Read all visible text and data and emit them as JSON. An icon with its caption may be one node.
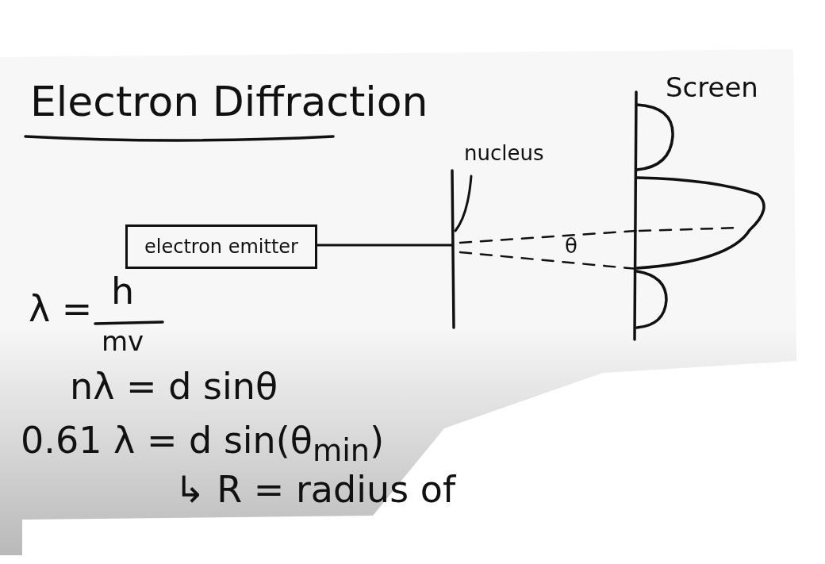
{
  "diagram": {
    "title": "Electron Diffraction",
    "nodes": [
      {
        "text": [
          "electron emitter"
        ]
      },
      {
        "text": [],
        "shape": "bar"
      },
      {
        "text": [
          "nucleus"
        ]
      },
      {
        "text": [
          "Screen"
        ]
      }
    ],
    "edges": [
      {
        "from": 0,
        "to": 1,
        "arrow": "none"
      },
      {
        "from": 2,
        "to": 1,
        "arrow": "none"
      },
      {
        "from": 1,
        "to": 3,
        "arrow": "none",
        "style": "dashed"
      },
      {
        "from": 1,
        "to": 3,
        "arrow": "none",
        "style": "dashed"
      }
    ],
    "labels": [
      "θ",
      "λ =",
      "h",
      "mv",
      "nλ = d sinθ",
      "0.61 λ = d sin(θ$_{min}$)",
      "↳ R = radius of"
    ]
  }
}
